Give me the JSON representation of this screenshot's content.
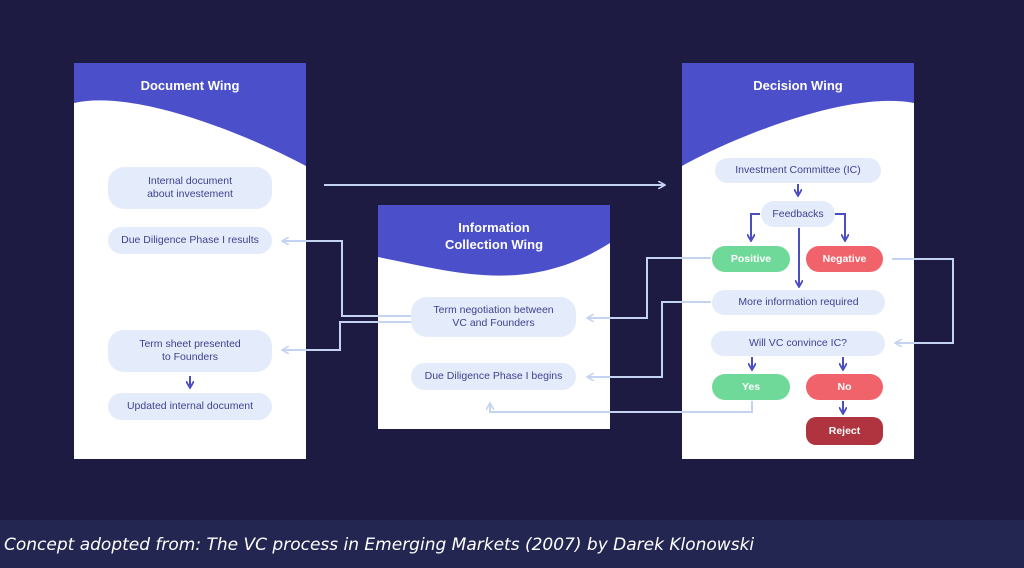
{
  "colors": {
    "background": "#1d1b42",
    "panel_header": "#4b4fc9",
    "node": "#e4ebfa",
    "node_text": "#3e4390",
    "positive": "#6fd99a",
    "negative": "#f0636b",
    "reject": "#b0343f",
    "connector_light": "#c5d3f2",
    "connector_dark": "#4a4ec2"
  },
  "document_wing": {
    "title": "Document Wing",
    "internal_doc": "Internal document\nabout investement",
    "due_diligence_results": "Due Diligence Phase I results",
    "term_sheet": "Term sheet presented\nto Founders",
    "updated_doc": "Updated internal document"
  },
  "info_wing": {
    "title": "Information\nCollection Wing",
    "term_negotiation": "Term negotiation between\nVC and Founders",
    "due_diligence_begins": "Due Diligence Phase I begins"
  },
  "decision_wing": {
    "title": "Decision Wing",
    "investment_committee": "Investment Committee (IC)",
    "feedbacks": "Feedbacks",
    "positive": "Positive",
    "negative": "Negative",
    "more_info": "More information required",
    "convince": "Will VC convince IC?",
    "yes": "Yes",
    "no": "No",
    "reject": "Reject"
  },
  "caption": "Concept adopted from: The VC process in Emerging Markets (2007) by Darek Klonowski"
}
